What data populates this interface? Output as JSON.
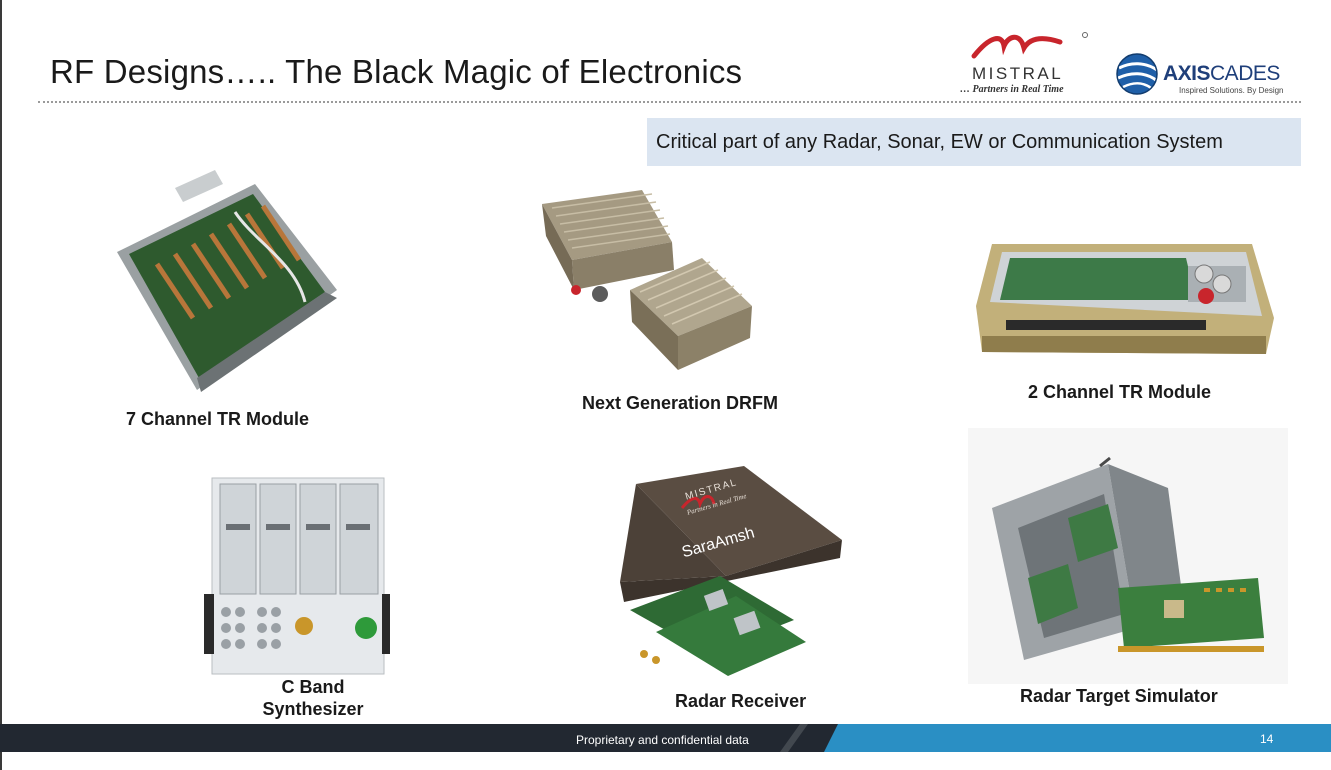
{
  "slide": {
    "title": "RF Designs….. The Black Magic of Electronics",
    "subtitle": "Critical part of any Radar, Sonar, EW or Communication System",
    "logos": {
      "mistral": {
        "name": "MISTRAL",
        "tagline": "… Partners in Real Time",
        "icon": "mistral-swoosh-icon"
      },
      "axiscades": {
        "name_bold": "AXIS",
        "name_light": "CADES",
        "tagline": "Inspired Solutions. By Design",
        "icon": "globe-icon"
      }
    },
    "products": [
      {
        "caption": "7 Channel TR Module"
      },
      {
        "caption": "Next Generation DRFM"
      },
      {
        "caption": "2 Channel TR Module"
      },
      {
        "caption_line1": "C Band",
        "caption_line2": "Synthesizer"
      },
      {
        "caption": "Radar Receiver",
        "label_brand": "MISTRAL",
        "label_tag": "Partners in Real Time",
        "label_product": "SaraAmsh"
      },
      {
        "caption": "Radar Target Simulator"
      }
    ],
    "footer": {
      "text": "Proprietary and confidential data",
      "page": "14"
    },
    "colors": {
      "accent_red": "#c8252c",
      "axis_blue": "#1f3f7a",
      "footer_dark": "#222831",
      "footer_blue": "#2a8fc4",
      "subtitle_bg": "#dbe5f1"
    }
  }
}
